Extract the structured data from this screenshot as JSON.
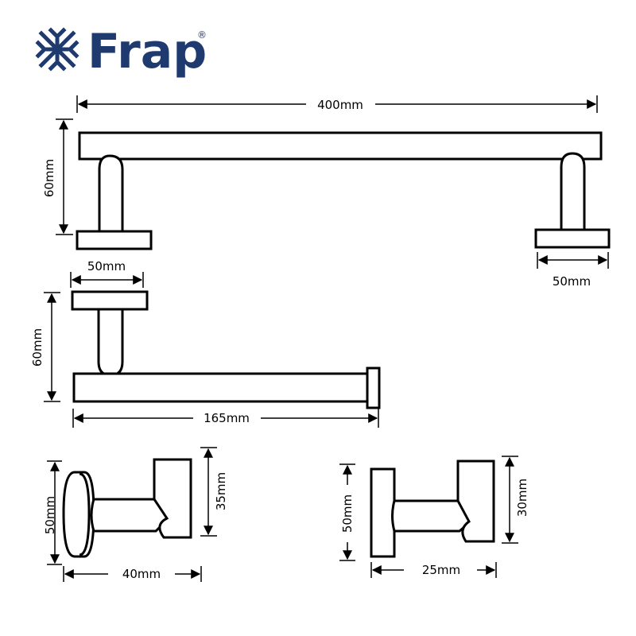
{
  "brand": {
    "name": "Frap",
    "registered": "®",
    "color": "#1f3a6e"
  },
  "dimensions": {
    "towel_bar_length": "400mm",
    "towel_bar_height": "60mm",
    "towel_bar_base_width": "50mm",
    "paper_holder_base_width": "50mm",
    "paper_holder_height": "60mm",
    "paper_holder_length": "165mm",
    "hook_large_height": "50mm",
    "hook_large_arm_height": "35mm",
    "hook_large_depth": "40mm",
    "hook_small_height": "50mm",
    "hook_small_arm_height": "30mm",
    "hook_small_depth": "25mm"
  }
}
